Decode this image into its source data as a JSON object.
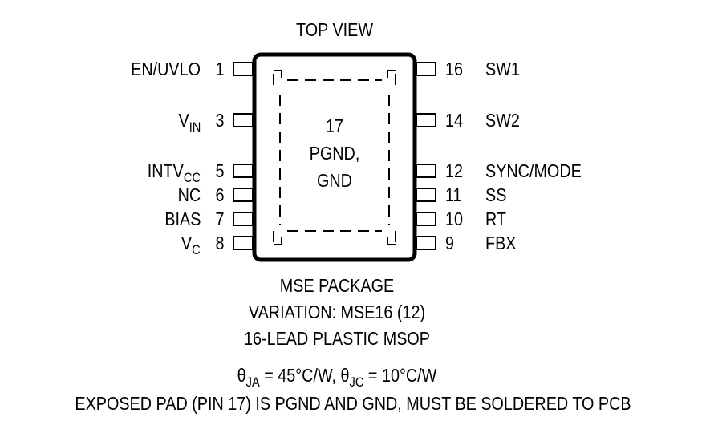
{
  "header": {
    "top_view": "TOP VIEW"
  },
  "package_body": {
    "pad_number": "17",
    "pad_line1": "PGND,",
    "pad_line2": "GND"
  },
  "pins_left": [
    {
      "number": "1",
      "name": "EN/UVLO",
      "sub": ""
    },
    {
      "number": "3",
      "name": "V",
      "sub": "IN"
    },
    {
      "number": "5",
      "name": "INTV",
      "sub": "CC"
    },
    {
      "number": "6",
      "name": "NC",
      "sub": ""
    },
    {
      "number": "7",
      "name": "BIAS",
      "sub": ""
    },
    {
      "number": "8",
      "name": "V",
      "sub": "C"
    }
  ],
  "pins_right": [
    {
      "number": "16",
      "name": "SW1"
    },
    {
      "number": "14",
      "name": "SW2"
    },
    {
      "number": "12",
      "name": "SYNC/MODE"
    },
    {
      "number": "11",
      "name": "SS"
    },
    {
      "number": "10",
      "name": "RT"
    },
    {
      "number": "9",
      "name": "FBX"
    }
  ],
  "captions": {
    "package": "MSE PACKAGE",
    "variation": "VARIATION: MSE16 (12)",
    "lead": "16-LEAD PLASTIC MSOP",
    "theta_ja_symbol": "θ",
    "theta_ja_sub": "JA",
    "theta_ja_value": " = 45°C/W, ",
    "theta_jc_symbol": "θ",
    "theta_jc_sub": "JC",
    "theta_jc_value": " = 10°C/W",
    "exposed_pad": "EXPOSED PAD (PIN 17) IS PGND AND GND, MUST BE SOLDERED TO PCB"
  }
}
